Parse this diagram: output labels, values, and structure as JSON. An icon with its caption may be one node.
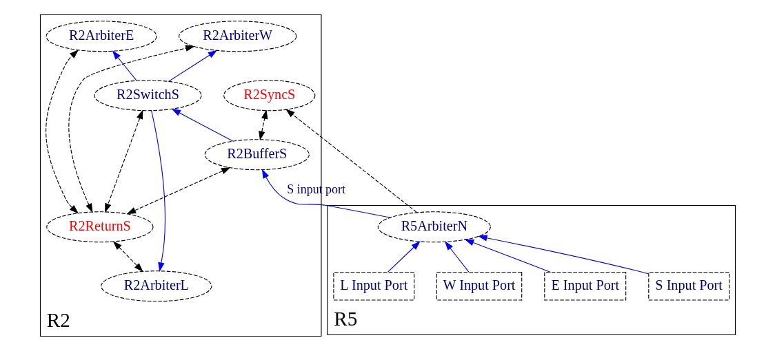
{
  "diagram": {
    "nodes": [
      {
        "text": [
          "R2"
        ]
      },
      {
        "text": [
          "R2ArbiterL"
        ],
        "in": 0
      },
      {
        "text": [
          "R2ReturnS"
        ],
        "in": 0
      },
      {
        "text": [
          "R2ArbiterW"
        ],
        "in": 0
      },
      {
        "text": [
          "R2SwitchS"
        ],
        "in": 0
      },
      {
        "text": [
          "R2ArbiterE"
        ],
        "in": 0
      },
      {
        "text": [
          "R2BufferS"
        ],
        "in": 0
      },
      {
        "text": [
          "R2SyncS"
        ],
        "in": 0
      },
      {
        "text": [
          "R5"
        ]
      },
      {
        "text": [
          "R5ArbiterN"
        ],
        "in": 8
      },
      {
        "text": [
          "W Input Port"
        ],
        "in": 8
      },
      {
        "text": [
          "L Input Port"
        ],
        "in": 8
      },
      {
        "text": [
          "S Input Port"
        ],
        "in": 8
      },
      {
        "text": [
          "E Input Port"
        ],
        "in": 8
      }
    ],
    "edges": [
      {
        "from": 1,
        "to": 2,
        "arrow": "both",
        "style": "dashed",
        "color": "#000000"
      },
      {
        "from": 2,
        "to": 3,
        "arrow": "both",
        "style": "dashed",
        "color": "#000000"
      },
      {
        "from": 4,
        "to": 2,
        "arrow": "both",
        "style": "dashed",
        "color": "#000000"
      },
      {
        "from": 2,
        "to": 6,
        "arrow": "both",
        "style": "dashed",
        "color": "#000000"
      },
      {
        "from": 2,
        "to": 5,
        "arrow": "both",
        "style": "dashed",
        "color": "#000000"
      },
      {
        "from": 6,
        "to": 7,
        "arrow": "both",
        "style": "dashed",
        "color": "#000000"
      },
      {
        "from": 4,
        "to": 1,
        "arrow": "to"
      },
      {
        "from": 4,
        "to": 3,
        "arrow": "to"
      },
      {
        "from": 4,
        "to": 5,
        "arrow": "to"
      },
      {
        "from": 6,
        "to": 4,
        "arrow": "to"
      },
      {
        "from": 9,
        "to": 7,
        "arrow": "to",
        "style": "dashed",
        "color": "#000000"
      },
      {
        "from": 9,
        "to": 6,
        "arrow": "to",
        "label": "S input port"
      },
      {
        "from": 10,
        "to": 9,
        "arrow": "to"
      },
      {
        "from": 11,
        "to": 9,
        "arrow": "to"
      },
      {
        "from": 12,
        "to": 9,
        "arrow": "to"
      },
      {
        "from": 13,
        "to": 9,
        "arrow": "to"
      }
    ]
  }
}
